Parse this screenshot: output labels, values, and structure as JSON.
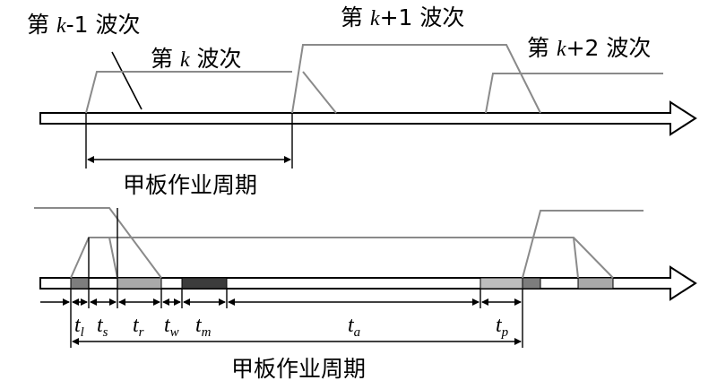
{
  "top": {
    "wave_k_minus_1": {
      "pre": "第 ",
      "var": "k",
      "post": "-1 波次"
    },
    "wave_k": {
      "pre": "第 ",
      "var": "k",
      "post": " 波次"
    },
    "wave_k_plus_1": {
      "pre": "第 ",
      "var": "k",
      "post": "+1 波次"
    },
    "wave_k_plus_2": {
      "pre": "第 ",
      "var": "k",
      "post": "+2 波次"
    },
    "cycle_label": "甲板作业周期"
  },
  "bottom": {
    "t_l": {
      "base": "t",
      "sub": "l"
    },
    "t_s": {
      "base": "t",
      "sub": "s"
    },
    "t_r": {
      "base": "t",
      "sub": "r"
    },
    "t_w": {
      "base": "t",
      "sub": "w"
    },
    "t_m": {
      "base": "t",
      "sub": "m"
    },
    "t_a": {
      "base": "t",
      "sub": "a"
    },
    "t_p": {
      "base": "t",
      "sub": "p"
    },
    "cycle_label": "甲板作业周期"
  },
  "colors": {
    "wave_line": "#8a8a8a",
    "seg_light": "#a9a9a9",
    "seg_mid": "#7d7d7d",
    "seg_dark": "#3c3c3c",
    "seg_pale": "#bdbdbd"
  }
}
